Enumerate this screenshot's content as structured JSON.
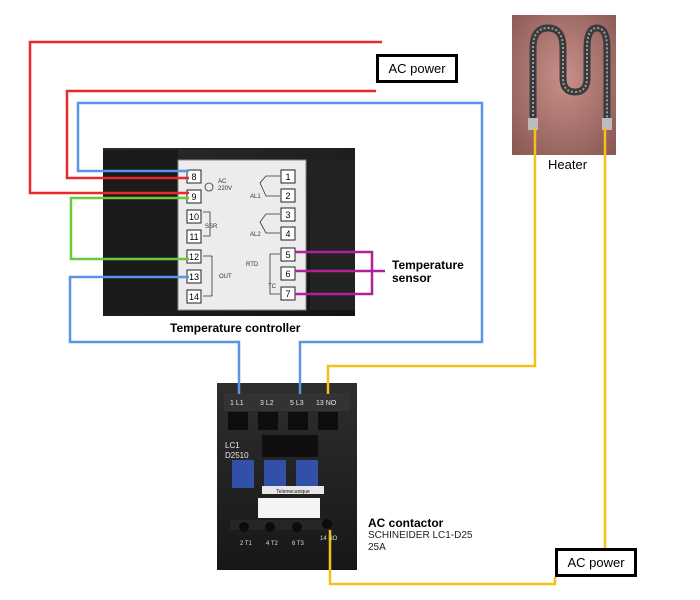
{
  "labels": {
    "ac_power_top": "AC power",
    "ac_power_bottom": "AC power",
    "heater": "Heater",
    "temperature_controller": "Temperature controller",
    "temperature_sensor": "Temperature sensor",
    "ac_contactor": "AC contactor",
    "contactor_model": "SCHINEIDER LC1-D25",
    "contactor_rating": "25A"
  },
  "controller_panel": {
    "left_terminals": [
      "8",
      "9",
      "10",
      "11",
      "12",
      "13",
      "14"
    ],
    "right_terminals": [
      "1",
      "2",
      "3",
      "4",
      "5",
      "6",
      "7"
    ],
    "markings": {
      "ac": "AC",
      "voltage": "220V",
      "al1": "AL1",
      "al2": "AL2",
      "ssr": "SSR",
      "out": "OUT",
      "rtd": "RTD",
      "tc": "TC"
    }
  },
  "contactor_panel": {
    "top_terminals": [
      "1 L1",
      "3 L2",
      "5 L3",
      "13 NO"
    ],
    "bottom_terminals": [
      "2 T1",
      "4 T2",
      "6 T3",
      "14 NO"
    ],
    "model_plate": "LC1 D2510",
    "brand": "Telemecanique"
  },
  "wire_colors": {
    "ac_line": "#e8282a",
    "control_loop": "#5b93e6",
    "jumper": "#6cc83a",
    "sensor": "#b0209a",
    "heater_circuit": "#f2c218"
  }
}
